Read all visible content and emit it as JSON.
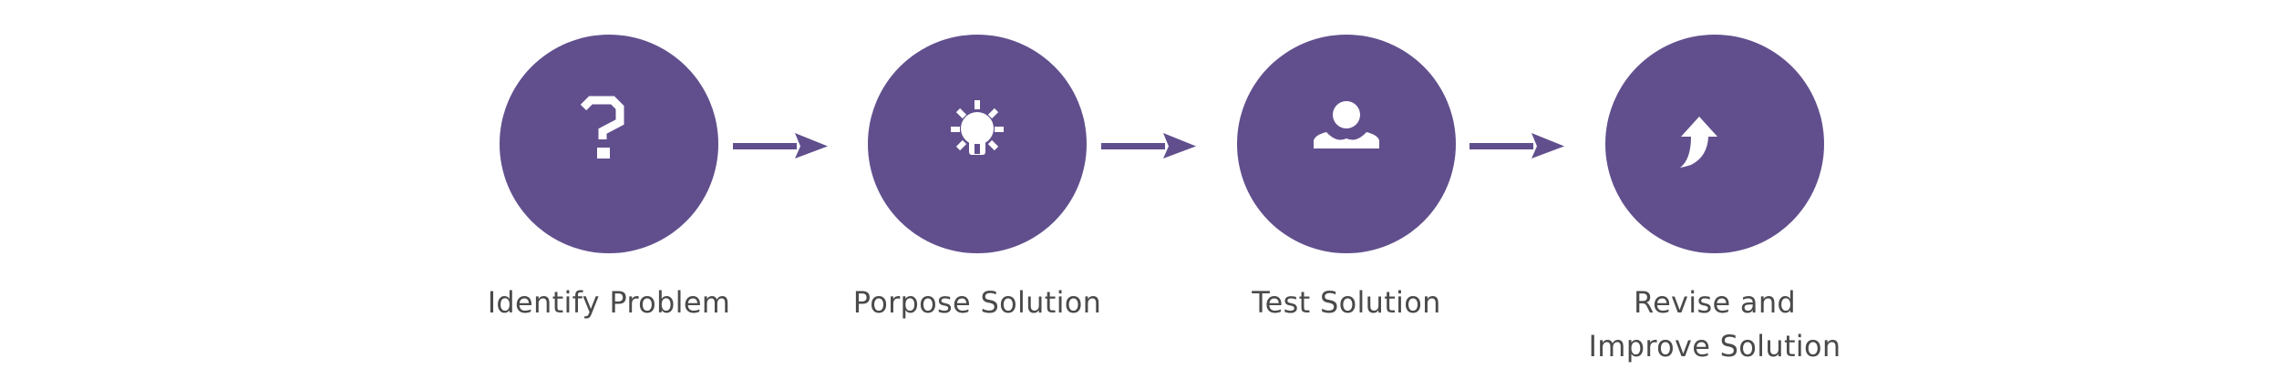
{
  "diagram": {
    "type": "process-flow",
    "accent_color": "#614f8d",
    "icon_color": "#ffffff",
    "text_color": "#4a4a4a",
    "steps": [
      {
        "label_lines": [
          "Identify Problem"
        ],
        "icon": "question-mark-icon"
      },
      {
        "label_lines": [
          "Porpose Solution"
        ],
        "icon": "lightbulb-icon"
      },
      {
        "label_lines": [
          "Test Solution"
        ],
        "icon": "person-icon"
      },
      {
        "label_lines": [
          "Revise and",
          "Improve Solution"
        ],
        "icon": "curved-arrow-up-icon"
      }
    ],
    "connectors": [
      {
        "from": 0,
        "to": 1,
        "icon": "right-arrow-icon"
      },
      {
        "from": 1,
        "to": 2,
        "icon": "right-arrow-icon"
      },
      {
        "from": 2,
        "to": 3,
        "icon": "right-arrow-icon"
      }
    ]
  }
}
